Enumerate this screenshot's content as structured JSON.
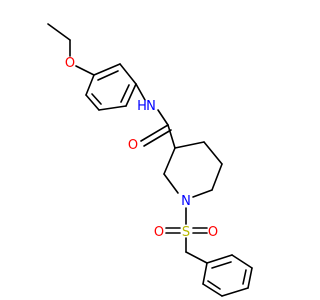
{
  "molecule": {
    "colors": {
      "bond": "#000000",
      "O": "#ff0000",
      "N": "#0000ff",
      "S": "#b8b800",
      "H": "#0000ff"
    },
    "atoms": {
      "o_ether": {
        "symbol": "O"
      },
      "n_amide": {
        "symbol": "N",
        "suffix": "H"
      },
      "o_carbonyl": {
        "symbol": "O"
      },
      "n_ring": {
        "symbol": "N"
      },
      "s_sulfonyl": {
        "symbol": "S"
      },
      "o_sulfonyl_left": {
        "symbol": "O"
      },
      "o_sulfonyl_right": {
        "symbol": "O"
      }
    }
  }
}
